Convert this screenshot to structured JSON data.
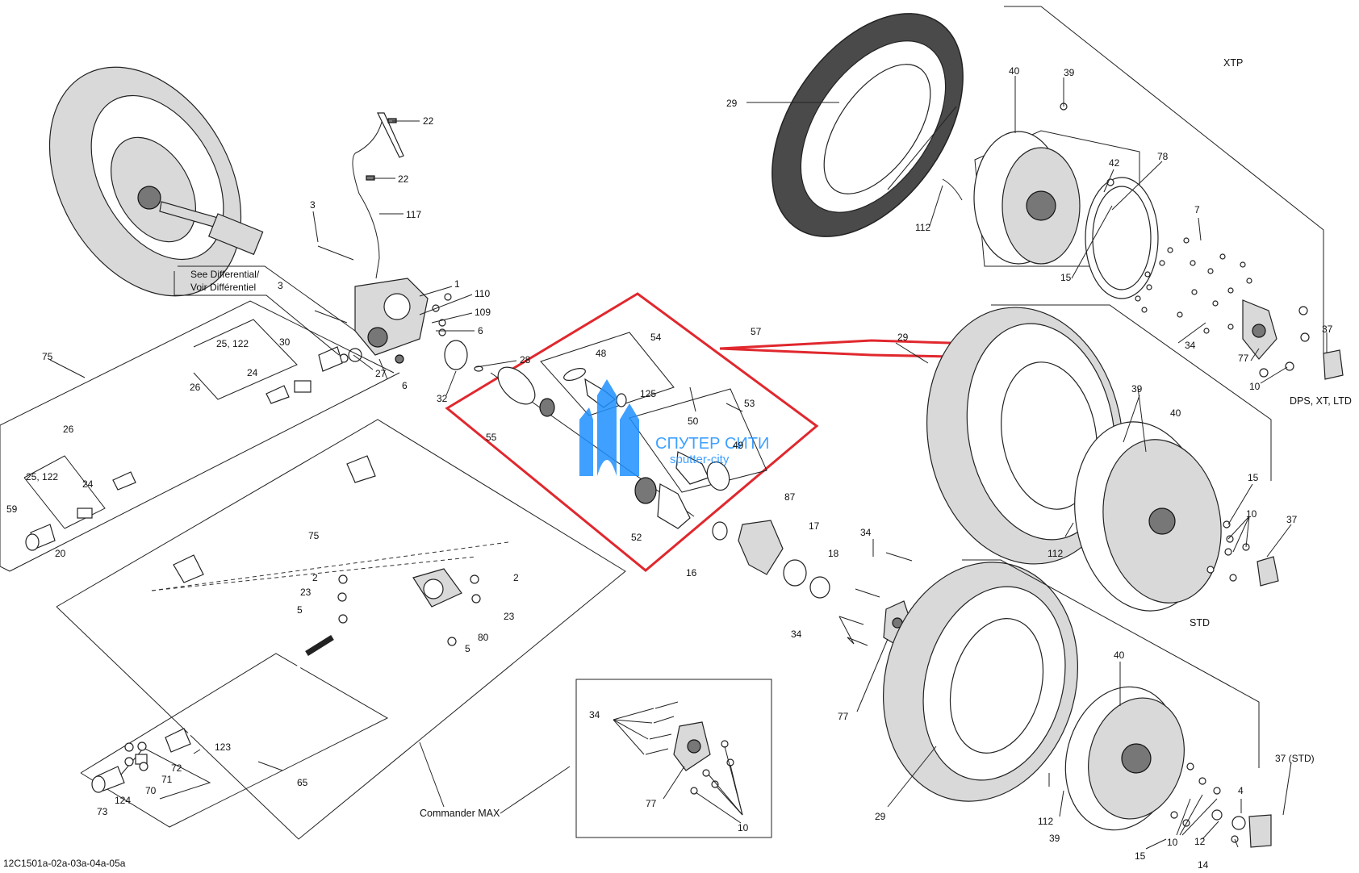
{
  "labels": {
    "l22a": "22",
    "l22b": "22",
    "l117": "117",
    "l3a": "3",
    "l3b": "3",
    "l1": "1",
    "l110": "110",
    "l109": "109",
    "l6a": "6",
    "l6b": "6",
    "l27": "27",
    "l30": "30",
    "l25_122a": "25, 122",
    "l24a": "24",
    "l26a": "26",
    "l75a": "75",
    "l26b": "26",
    "l25_122b": "25, 122",
    "l24b": "24",
    "l59": "59",
    "l20": "20",
    "l75b": "75",
    "l2a": "2",
    "l2b": "2",
    "l23a": "23",
    "l23b": "23",
    "l5a": "5",
    "l5b": "5",
    "l80": "80",
    "l123": "123",
    "l72": "72",
    "l71": "71",
    "l70": "70",
    "l124": "124",
    "l73": "73",
    "l65": "65",
    "l32": "32",
    "l28": "28",
    "l48": "48",
    "l54": "54",
    "l125": "125",
    "l55": "55",
    "l50": "50",
    "l53": "53",
    "l49": "49",
    "l52": "52",
    "l57": "57",
    "l16": "16",
    "l87": "87",
    "l17": "17",
    "l18": "18",
    "l34a": "34",
    "l34b": "34",
    "l77a": "77",
    "l34c": "34",
    "l77b": "77",
    "l10a": "10",
    "l29a": "29",
    "l40a": "40",
    "l39a": "39",
    "l42": "42",
    "l78": "78",
    "l7": "7",
    "l112a": "112",
    "l15a": "15",
    "l34d": "34",
    "l77c": "77",
    "l37a": "37",
    "l10b": "10",
    "l29b": "29",
    "l39b": "39",
    "l40b": "40",
    "l15b": "15",
    "l10c": "10",
    "l37b": "37",
    "l112b": "112",
    "l29c": "29",
    "l40c": "40",
    "l112c": "112",
    "l39c": "39",
    "l15c": "15",
    "l10d": "10",
    "l12": "12",
    "l4": "4",
    "l14": "14",
    "l37c": "37 (STD)"
  },
  "sections": {
    "xtp": "XTP",
    "dps": "DPS, XT, LTD",
    "std": "STD",
    "commander_max": "Commander MAX"
  },
  "notes": {
    "see_diff_1": "See Differential/",
    "see_diff_2": "Voir Différentiel"
  },
  "reference": "12C1501a-02a-03a-04a-05a",
  "watermark": {
    "title": "СПУТЕР СИТИ",
    "subtitle": "sputter-city"
  },
  "colors": {
    "highlight": "#e0282e",
    "watermark": "#1e90ff"
  }
}
